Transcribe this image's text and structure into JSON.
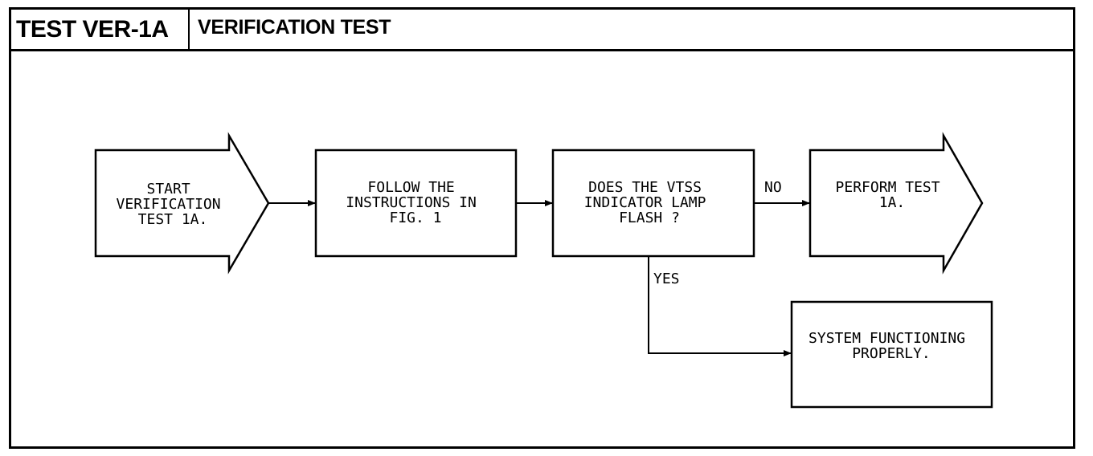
{
  "header": {
    "test_id": "TEST VER-1A",
    "title": "VERIFICATION TEST"
  },
  "nodes": {
    "start": {
      "lines": [
        "START",
        "VERIFICATION",
        "TEST 1A."
      ]
    },
    "follow": {
      "lines": [
        "FOLLOW THE",
        "INSTRUCTIONS IN",
        "FIG. 1"
      ]
    },
    "question": {
      "lines": [
        "DOES THE VTSS",
        "INDICATOR LAMP",
        "FLASH ?"
      ]
    },
    "perform": {
      "lines": [
        "PERFORM TEST",
        "1A."
      ]
    },
    "system_ok": {
      "lines": [
        "SYSTEM FUNCTIONING",
        "PROPERLY."
      ]
    }
  },
  "edges": {
    "no_label": "NO",
    "yes_label": "YES"
  }
}
